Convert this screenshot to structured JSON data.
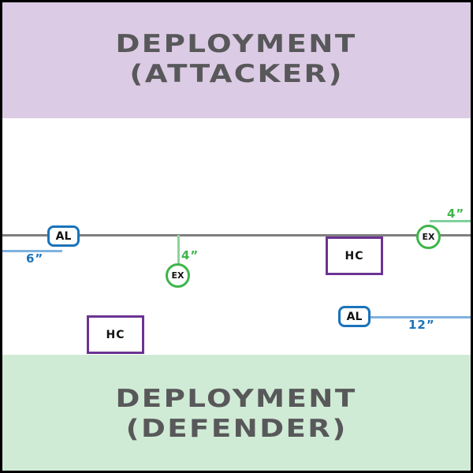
{
  "zones": {
    "attacker": {
      "line1": "DEPLOYMENT",
      "line2": "(ATTACKER)"
    },
    "defender": {
      "line1": "DEPLOYMENT",
      "line2": "(DEFENDER)"
    }
  },
  "markers": {
    "al_left": {
      "label": "AL",
      "distance": "6”"
    },
    "ex_left": {
      "label": "EX",
      "distance": "4”"
    },
    "hc_right": {
      "label": "HC"
    },
    "ex_right": {
      "label": "EX",
      "distance": "4”"
    },
    "al_right": {
      "label": "AL",
      "distance": "12”"
    },
    "hc_left": {
      "label": "HC"
    }
  },
  "colors": {
    "attacker_zone": "#dccbe4",
    "defender_zone": "#d0ebd5",
    "center_line": "#7f7f7f",
    "al": "#1a73ba",
    "ex": "#3db54a",
    "hc": "#6b3393"
  }
}
